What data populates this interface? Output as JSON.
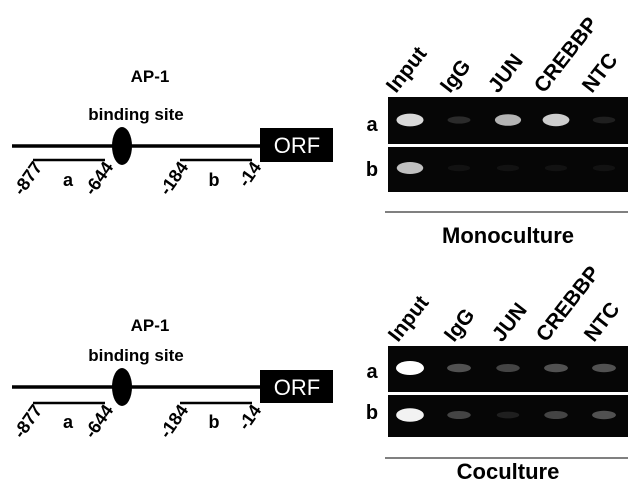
{
  "panels": [
    {
      "id": "monoculture",
      "diagram": {
        "site_title_line1": "AP-1",
        "site_title_line2": "binding site",
        "orf_label": "ORF",
        "positions": [
          "-877",
          "-644",
          "-184",
          "-14"
        ],
        "fragment_a": "a",
        "fragment_b": "b"
      },
      "gel": {
        "lanes": [
          "Input",
          "IgG",
          "JUN",
          "CREBBP",
          "NTC"
        ],
        "rows": [
          {
            "label": "a",
            "band_intensities": [
              0.85,
              0.15,
              0.7,
              0.8,
              0.1
            ]
          },
          {
            "label": "b",
            "band_intensities": [
              0.75,
              0.05,
              0.05,
              0.05,
              0.05
            ]
          }
        ],
        "caption": "Monoculture"
      }
    },
    {
      "id": "coculture",
      "diagram": {
        "site_title_line1": "AP-1",
        "site_title_line2": "binding site",
        "orf_label": "ORF",
        "positions": [
          "-877",
          "-644",
          "-184",
          "-14"
        ],
        "fragment_a": "a",
        "fragment_b": "b"
      },
      "gel": {
        "lanes": [
          "Input",
          "IgG",
          "JUN",
          "CREBBP",
          "NTC"
        ],
        "rows": [
          {
            "label": "a",
            "band_intensities": [
              1.0,
              0.3,
              0.25,
              0.3,
              0.3
            ]
          },
          {
            "label": "b",
            "band_intensities": [
              0.95,
              0.25,
              0.1,
              0.25,
              0.3
            ]
          }
        ],
        "caption": "Coculture"
      }
    }
  ],
  "colors": {
    "gel_background": "#060606",
    "band": "#ffffff",
    "rule": "#808080"
  }
}
